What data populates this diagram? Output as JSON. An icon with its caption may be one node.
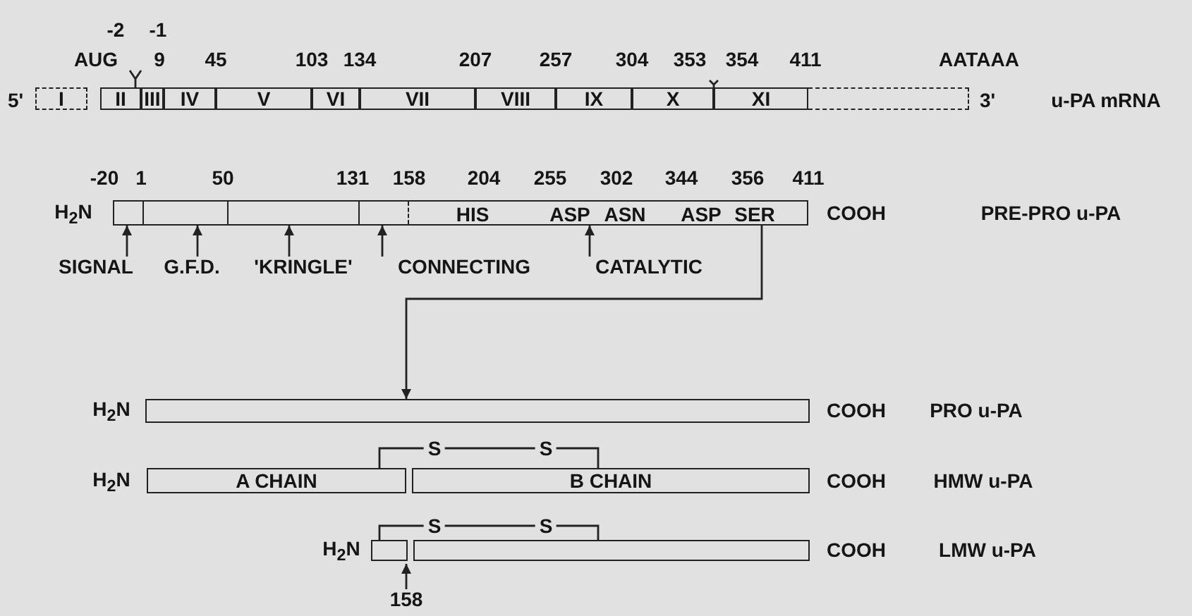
{
  "diagram": {
    "nodes": [
      {
        "text": [
          "I"
        ],
        "beside": [
          "5'"
        ]
      },
      {
        "text": [
          "II"
        ]
      },
      {
        "text": [
          "III"
        ]
      },
      {
        "text": [
          "IV"
        ]
      },
      {
        "text": [
          "V"
        ]
      },
      {
        "text": [
          "VI"
        ]
      },
      {
        "text": [
          "VII"
        ]
      },
      {
        "text": [
          "VIII"
        ]
      },
      {
        "text": [
          "IX"
        ]
      },
      {
        "text": [
          "X"
        ]
      },
      {
        "text": [
          "XI"
        ]
      },
      {
        "text": [],
        "shape": "box",
        "beside": [
          "3'"
        ]
      },
      {
        "text": [
          "HIS",
          "ASP",
          "ASN",
          "ASP",
          "SER"
        ]
      },
      {
        "text": [
          "SIGNAL"
        ]
      },
      {
        "text": [
          "G.F.D."
        ]
      },
      {
        "text": [
          "'KRINGLE'"
        ]
      },
      {
        "text": [
          "CONNECTING"
        ]
      },
      {
        "text": [
          "CATALYTIC"
        ]
      },
      {
        "text": [],
        "shape": "box"
      },
      {
        "text": [
          "A CHAIN"
        ]
      },
      {
        "text": [
          "B CHAIN"
        ]
      },
      {
        "text": [],
        "shape": "box"
      },
      {
        "text": [],
        "shape": "box"
      },
      {
        "text": [
          "158"
        ]
      }
    ],
    "edges": [
      {
        "from": 13,
        "to": 12,
        "arrow": "to"
      },
      {
        "from": 14,
        "to": 12,
        "arrow": "to"
      },
      {
        "from": 15,
        "to": 12,
        "arrow": "to"
      },
      {
        "from": 16,
        "to": 12,
        "arrow": "to"
      },
      {
        "from": 17,
        "to": 12,
        "arrow": "to"
      },
      {
        "from": 12,
        "to": 18,
        "arrow": "to"
      },
      {
        "from": 23,
        "to": null,
        "arrow": "to"
      },
      {
        "from": 19,
        "to": 20,
        "arrow": "none"
      },
      {
        "from": 21,
        "to": 22,
        "arrow": "none"
      }
    ],
    "labels": [
      "-2",
      "-1",
      "AUG",
      "9",
      "45",
      "103",
      "134",
      "207",
      "257",
      "304",
      "353",
      "354",
      "411",
      "AATAAA",
      "u-PA mRNA",
      "-20",
      "1",
      "50",
      "131",
      "158",
      "204",
      "255",
      "302",
      "344",
      "356",
      "411",
      "H$_{2}$N",
      "COOH",
      "PRE-PRO u-PA",
      "H$_{2}$N",
      "COOH",
      "PRO u-PA",
      "S",
      "S",
      "H$_{2}$N",
      "COOH",
      "HMW u-PA",
      "S",
      "S",
      "H$_{2}$N",
      "COOH",
      "LMW u-PA"
    ]
  }
}
